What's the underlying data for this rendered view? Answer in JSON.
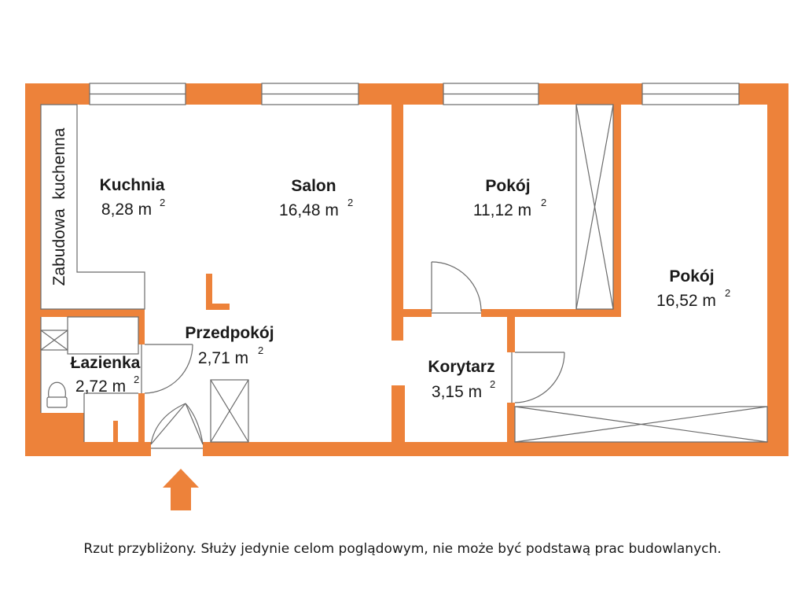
{
  "colors": {
    "wall": "#ED823A",
    "line": "#6b6b6b",
    "background": "#ffffff",
    "text": "#1a1a1a"
  },
  "unit_superscript": "2",
  "rooms": {
    "kuchnia": {
      "name": "Kuchnia",
      "area": "8,28 m"
    },
    "salon": {
      "name": "Salon",
      "area": "16,48 m"
    },
    "pokoj1": {
      "name": "Pokój",
      "area": "11,12 m"
    },
    "pokoj2": {
      "name": "Pokój",
      "area": "16,52 m"
    },
    "przedpokoj": {
      "name": "Przedpokój",
      "area": "2,71 m"
    },
    "lazienka": {
      "name": "Łazienka",
      "area": "2,72 m"
    },
    "korytarz": {
      "name": "Korytarz",
      "area": "3,15 m"
    }
  },
  "kitchen_label": "Zabudowa  kuchenna",
  "entrance_icon": "up-arrow-icon",
  "disclaimer": "Rzut przybliżony. Służy jedynie celom poglądowym, nie może być podstawą prac budowlanych."
}
